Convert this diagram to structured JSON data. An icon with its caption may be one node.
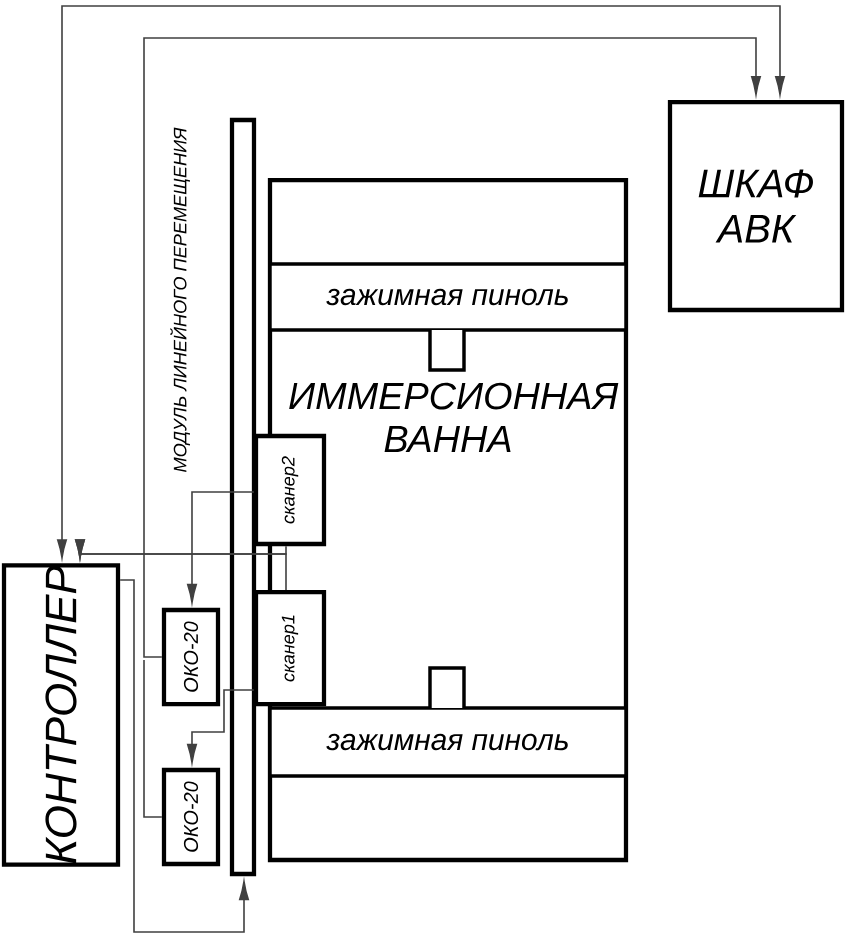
{
  "diagram": {
    "nodes": [
      {
        "text": [
          "ШКАФ АВК"
        ]
      },
      {
        "text": [],
        "shape": "bar",
        "beside": [
          "МОДУЛЬ ЛИНЕЙНОГО ПЕРЕМЕЩЕНИЯ"
        ]
      },
      {
        "text": [
          "ИММЕРСИОННАЯ ВАННА"
        ]
      },
      {
        "text": [
          "зажимная пиноль"
        ],
        "in": 2
      },
      {
        "text": [
          "сканер2"
        ]
      },
      {
        "text": [
          "сканер1"
        ]
      },
      {
        "text": [
          "зажимная пиноль"
        ],
        "in": 2
      },
      {
        "text": [
          "КОНТРОЛЛЕР"
        ]
      },
      {
        "text": [
          "ОКО-20"
        ]
      },
      {
        "text": [
          "ОКО-20"
        ]
      }
    ],
    "edges": [
      {
        "from": 7,
        "to": 0,
        "arrow": "both"
      },
      {
        "from": 8,
        "to": 0,
        "arrow": "to"
      },
      {
        "from": 9,
        "to": 0,
        "arrow": "to"
      },
      {
        "from": 4,
        "to": 8,
        "arrow": "to"
      },
      {
        "from": 5,
        "to": 9,
        "arrow": "to"
      },
      {
        "from": 4,
        "to": 7,
        "arrow": "to"
      },
      {
        "from": 5,
        "to": 7,
        "arrow": "to"
      },
      {
        "from": 7,
        "to": 1,
        "arrow": "to"
      }
    ]
  }
}
